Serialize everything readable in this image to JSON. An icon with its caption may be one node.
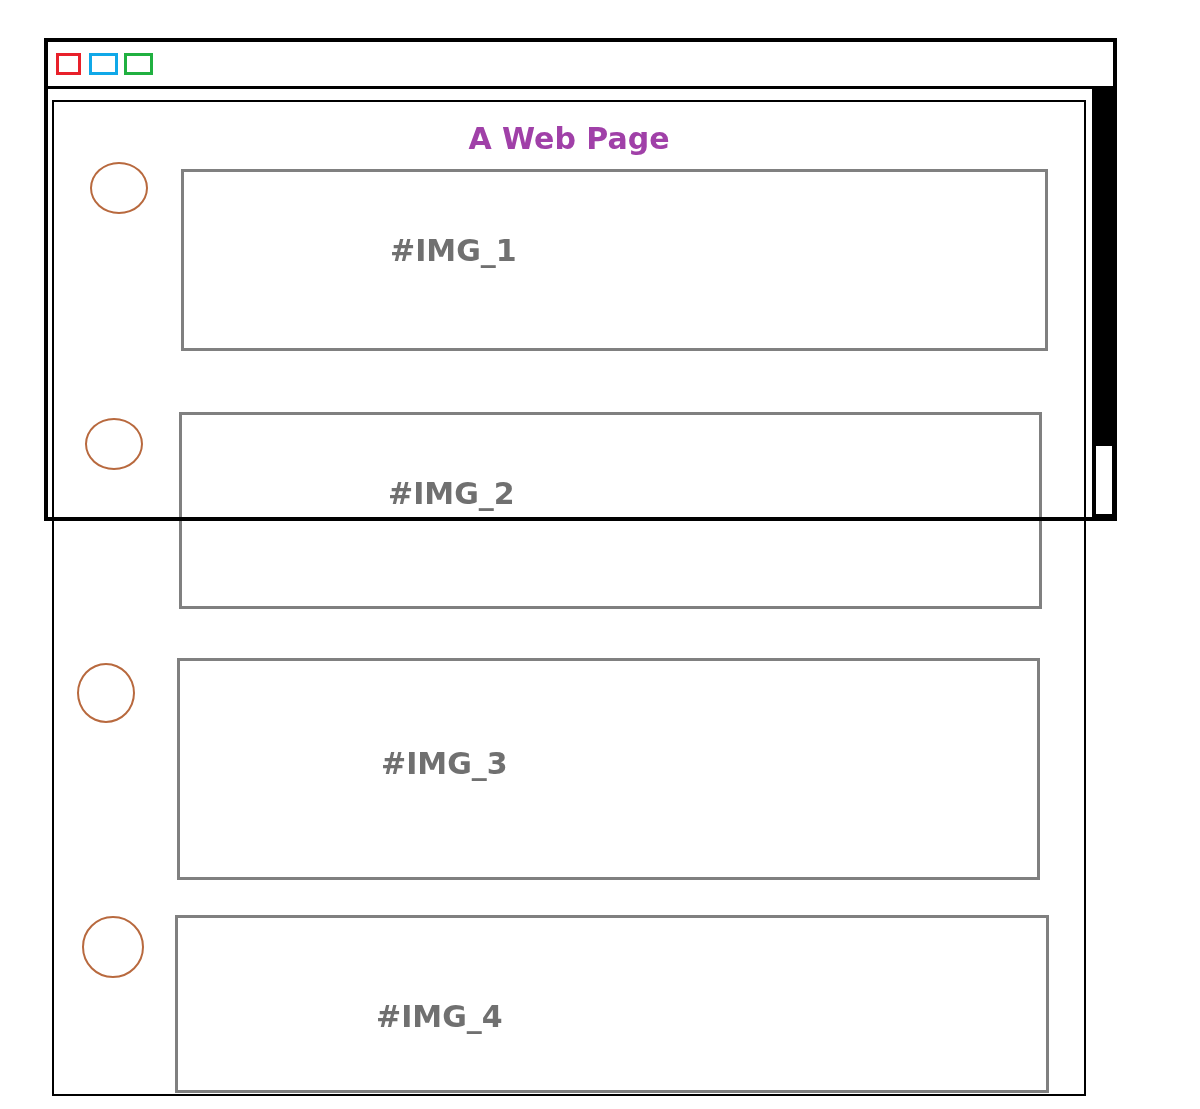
{
  "diagram": {
    "nodes": [
      {
        "text": [
          "A Web Page"
        ]
      },
      {
        "text": [],
        "shape": "circle",
        "in": 0
      },
      {
        "text": [
          "#IMG_1"
        ],
        "in": 0
      },
      {
        "text": [],
        "shape": "circle",
        "in": 0
      },
      {
        "text": [
          "#IMG_2"
        ],
        "in": 0
      },
      {
        "text": [],
        "shape": "circle",
        "in": 0
      },
      {
        "text": [
          "#IMG_3"
        ],
        "in": 0
      },
      {
        "text": [],
        "shape": "circle",
        "in": 0
      },
      {
        "text": [
          "#IMG_4"
        ],
        "in": 0
      }
    ]
  }
}
